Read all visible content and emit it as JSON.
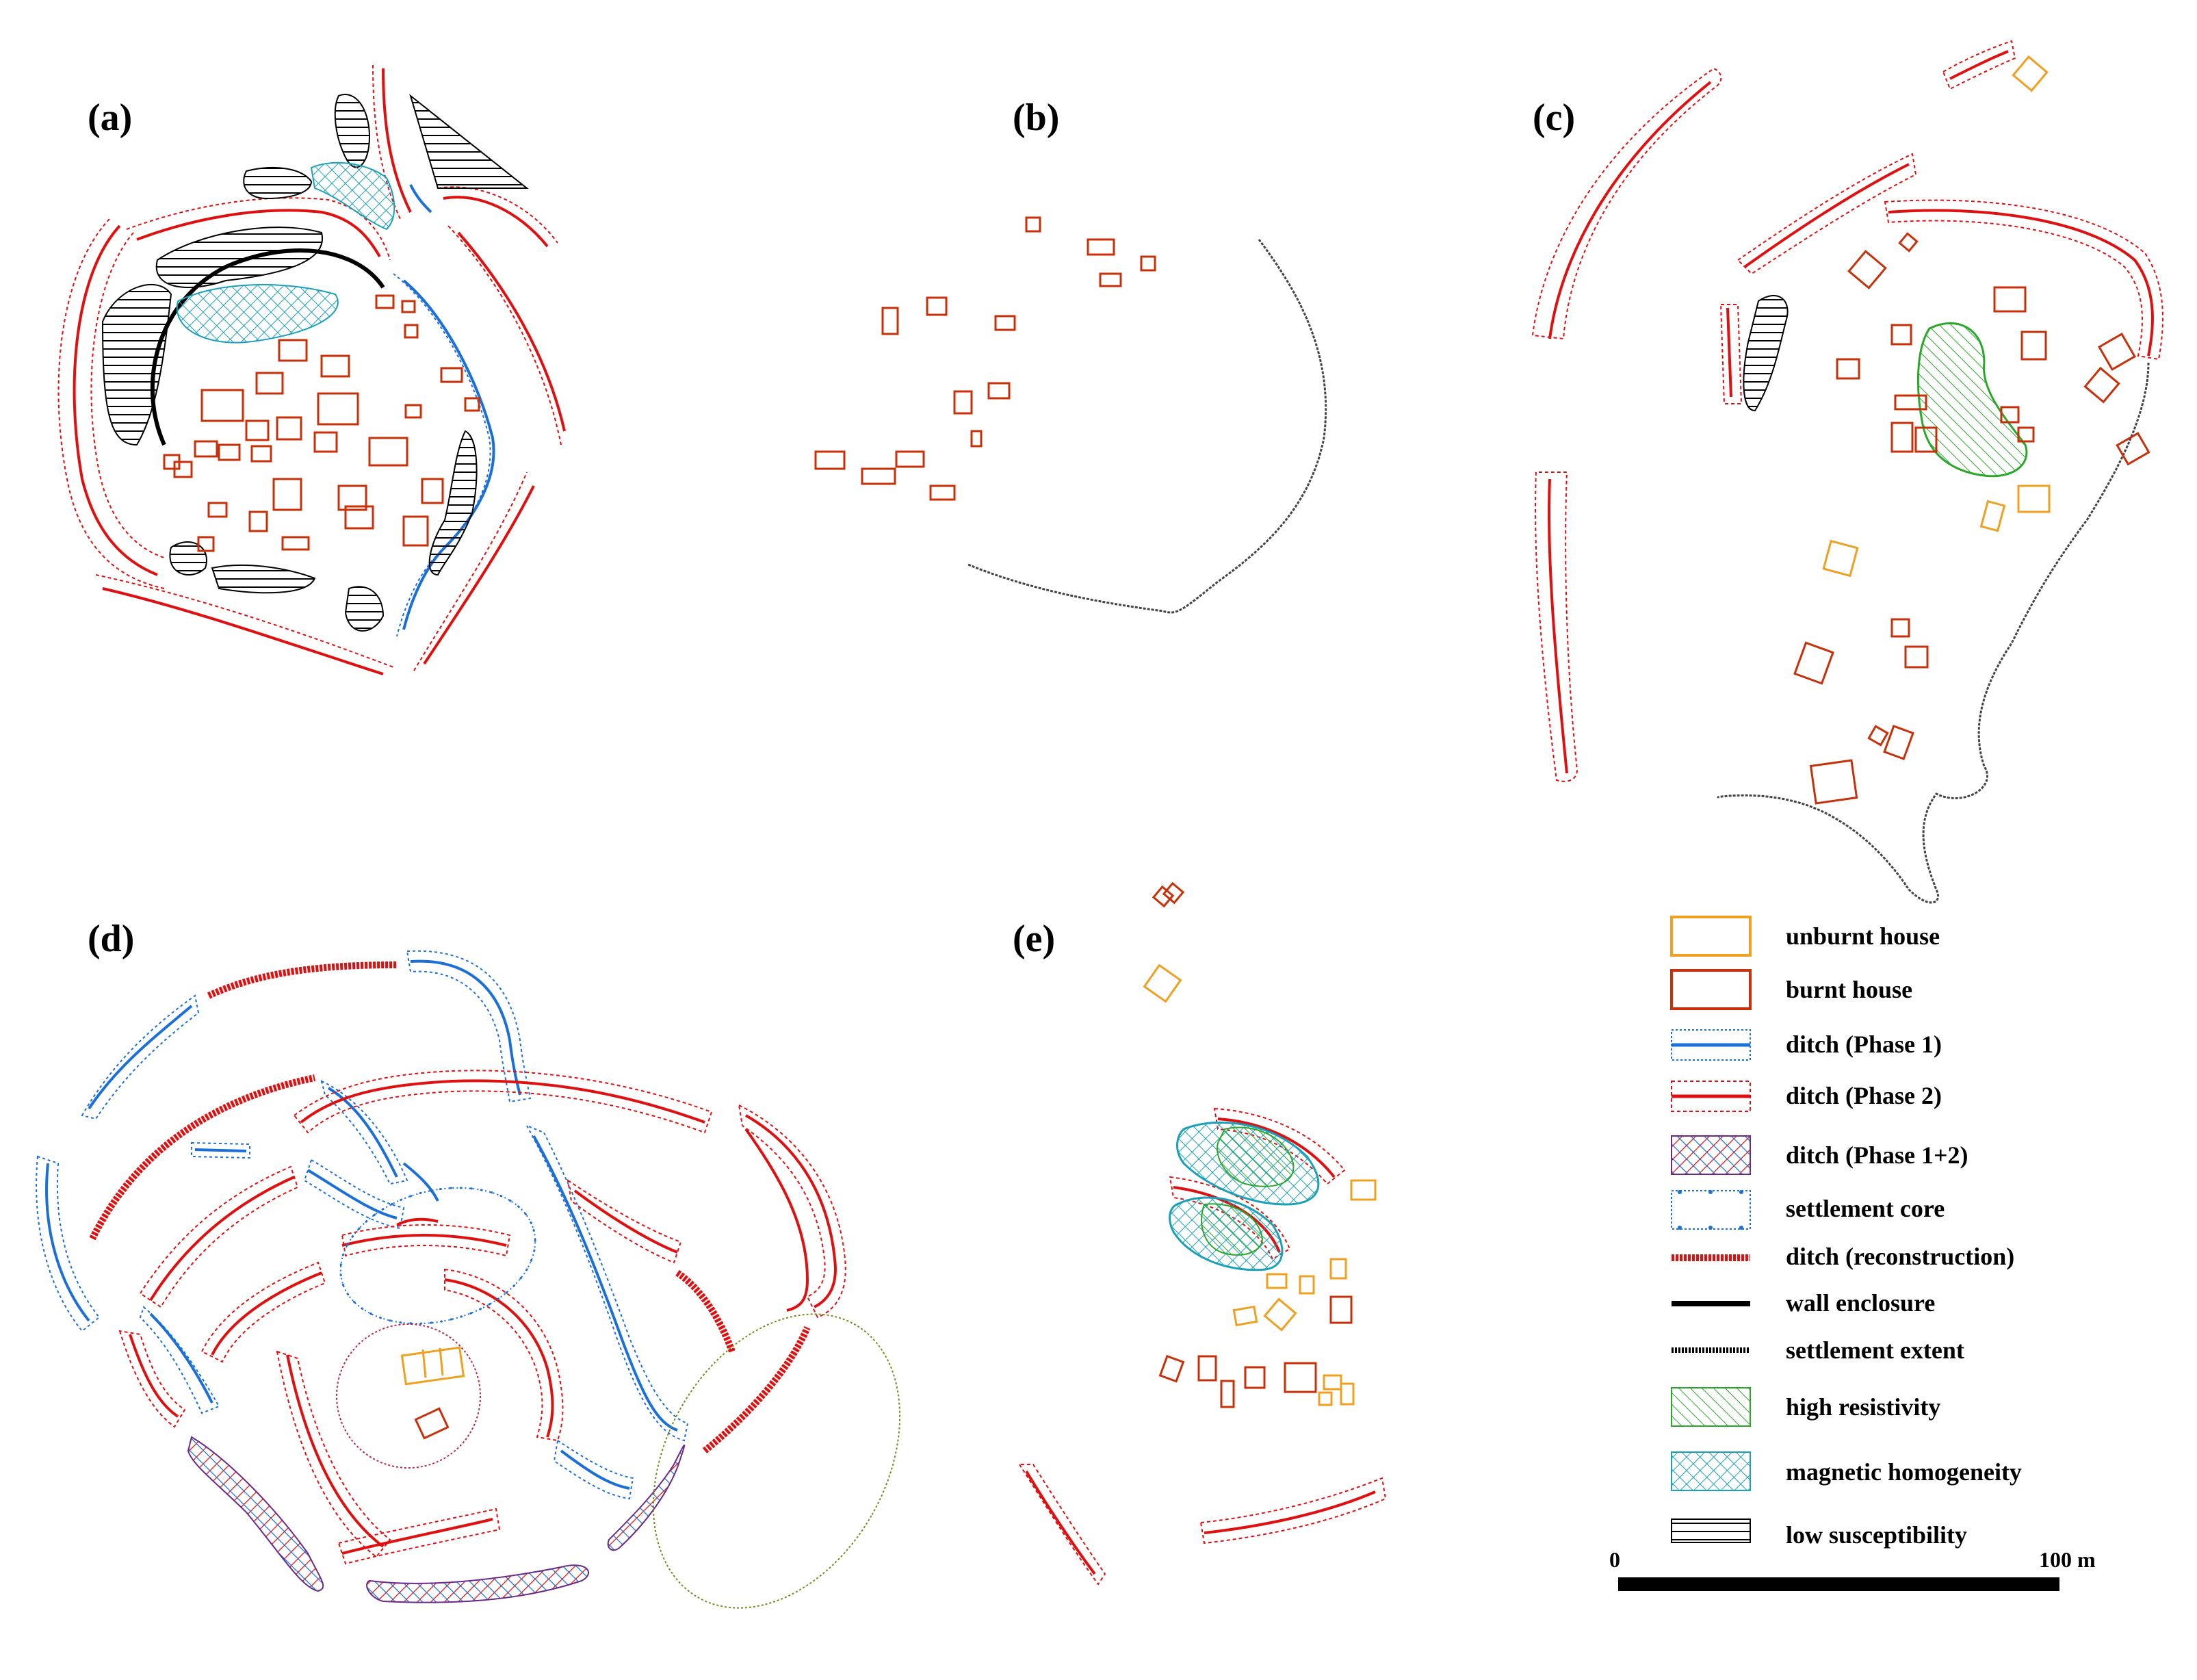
{
  "colors": {
    "unburnt": "#f0a020",
    "burnt": "#c8300a",
    "ditch1": "#1a6fd8",
    "ditch2": "#e01010",
    "wall": "#000000",
    "extent": "#444444",
    "resistivity": "#2aa82a",
    "magnetic": "#1aa0b8",
    "susceptibility": "#000000",
    "core_olive": "#7a8a1a",
    "cross_purple": "#8a3aa8"
  },
  "panels": {
    "a": "(a)",
    "b": "(b)",
    "c": "(c)",
    "d": "(d)",
    "e": "(e)"
  },
  "legend": [
    {
      "key": "unburnt",
      "label": "unburnt house"
    },
    {
      "key": "burnt",
      "label": "burnt house"
    },
    {
      "key": "ditch1",
      "label": "ditch (Phase 1)"
    },
    {
      "key": "ditch2",
      "label": "ditch (Phase 2)"
    },
    {
      "key": "ditch12",
      "label": "ditch (Phase 1+2)"
    },
    {
      "key": "core",
      "label": "settlement core"
    },
    {
      "key": "recon",
      "label": "ditch (reconstruction)"
    },
    {
      "key": "wall",
      "label": "wall enclosure"
    },
    {
      "key": "extent",
      "label": "settlement extent"
    },
    {
      "key": "resistivity",
      "label": "high resistivity"
    },
    {
      "key": "magnetic",
      "label": "magnetic homogeneity"
    },
    {
      "key": "susceptibility",
      "label": "low susceptibility"
    }
  ],
  "scale": {
    "start": "0",
    "end": "100 m"
  }
}
